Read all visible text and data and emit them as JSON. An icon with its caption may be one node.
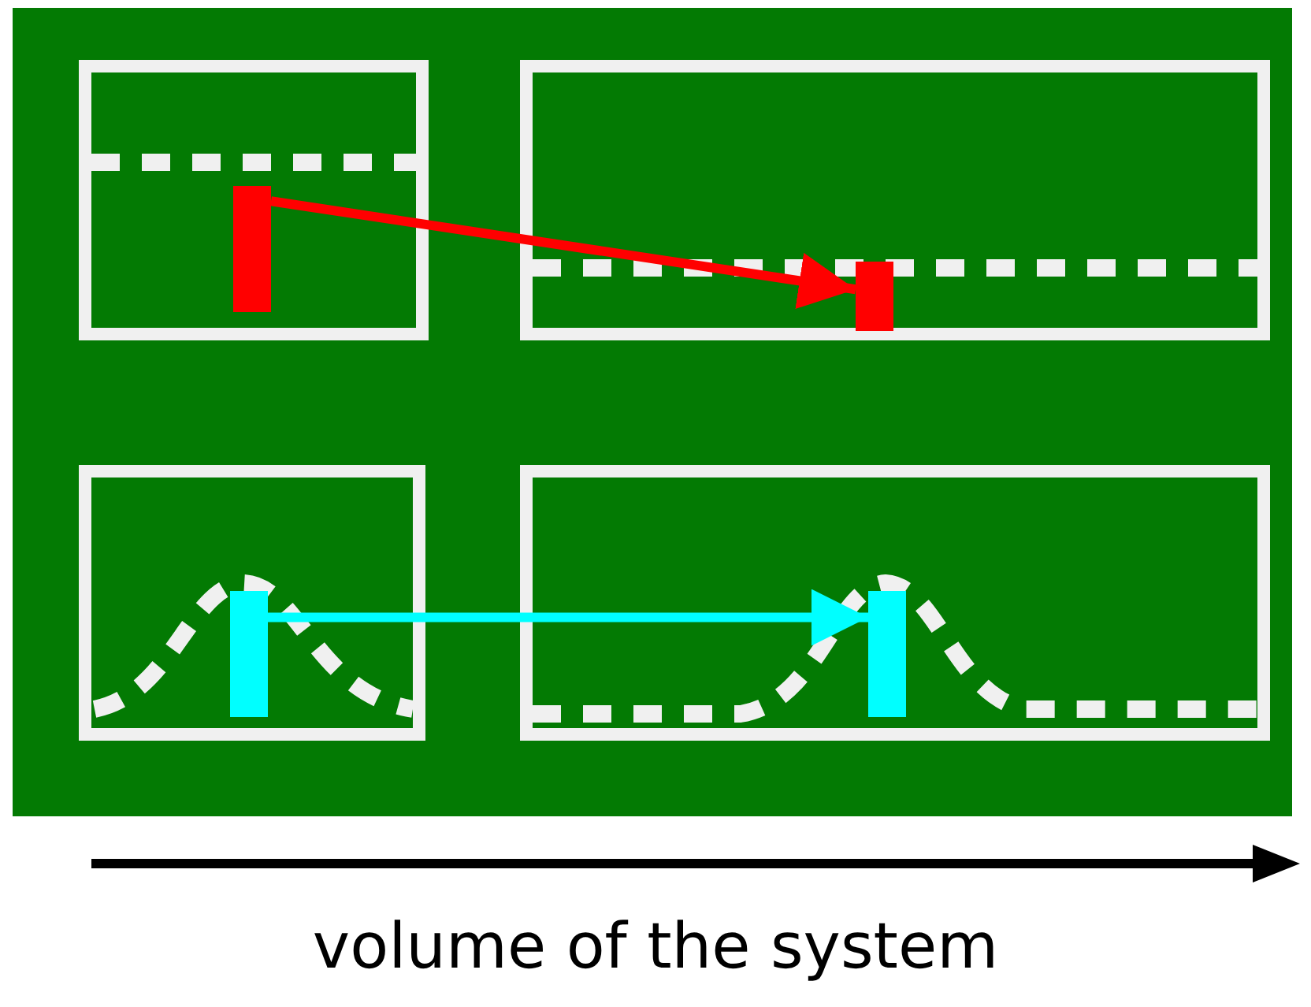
{
  "diagram": {
    "nodes": [
      {
        "text": [],
        "shape": "box"
      },
      {
        "text": [],
        "shape": "box"
      },
      {
        "text": [],
        "shape": "box"
      },
      {
        "text": [],
        "shape": "box"
      },
      {
        "text": [],
        "shape": "bar",
        "in": 0
      },
      {
        "text": [],
        "shape": "bar",
        "in": 1
      },
      {
        "text": [],
        "shape": "bar",
        "in": 2
      },
      {
        "text": [],
        "shape": "bar",
        "in": 3
      }
    ],
    "edges": [
      {
        "from": 4,
        "to": 5,
        "arrow": "to",
        "color": "#ff0000"
      },
      {
        "from": 6,
        "to": 7,
        "arrow": "to",
        "color": "#00ffff"
      }
    ],
    "labels": [
      "volume of the system"
    ]
  }
}
